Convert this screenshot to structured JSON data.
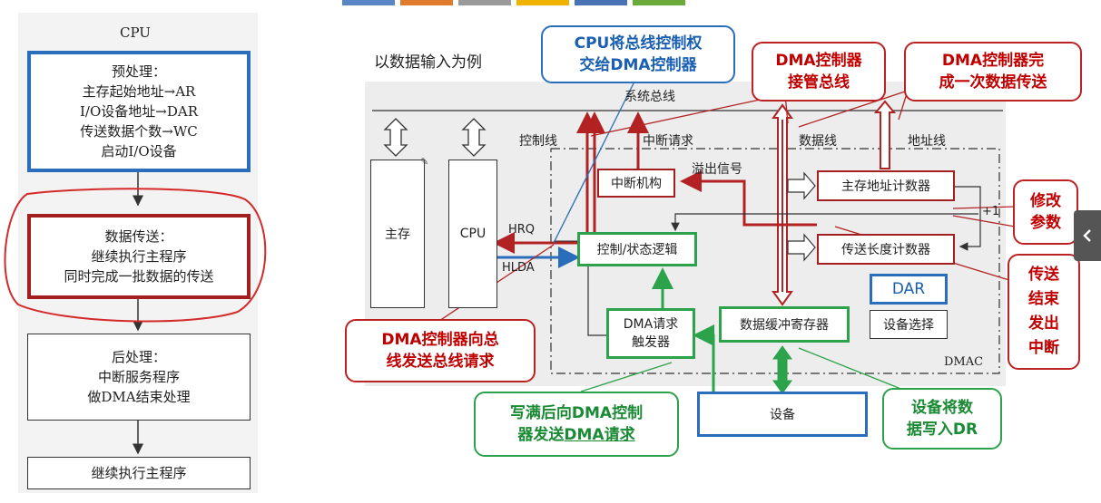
{
  "flowchart": {
    "title": "CPU",
    "preprocess": {
      "lines": [
        "预处理：",
        "主存起始地址→AR",
        "I/O设备地址→DAR",
        "传送数据个数→WC",
        "启动I/O设备"
      ]
    },
    "transfer": {
      "lines": [
        "数据传送：",
        "继续执行主程序",
        "同时完成一批数据的传送"
      ]
    },
    "postprocess": {
      "lines": [
        "后处理：",
        "中断服务程序",
        "做DMA结束处理"
      ]
    },
    "continue": "继续执行主程序"
  },
  "diagram": {
    "heading": "以数据输入为例",
    "system_bus": "系统总线",
    "control_line": "控制线",
    "interrupt_request": "中断请求",
    "data_line": "数据线",
    "address_line": "地址线",
    "overflow_signal": "溢出信号",
    "plus_one": "+1",
    "memory": "主存",
    "cpu": "CPU",
    "hrq": "HRQ",
    "hlda": "HLDA",
    "interrupt_unit": "中断机构",
    "control_logic": "控制/状态逻辑",
    "addr_counter": "主存地址计数器",
    "length_counter": "传送长度计数器",
    "dma_trigger": [
      "DMA请求",
      "触发器"
    ],
    "data_buffer": "数据缓冲寄存器",
    "dar": "DAR",
    "device_select": "设备选择",
    "dmac": "DMAC",
    "device": "设备"
  },
  "callouts": {
    "cpu_hand_over": [
      "CPU将总线控制权",
      "交给DMA控制器"
    ],
    "dma_take_over": [
      "DMA控制器",
      "接管总线"
    ],
    "dma_complete": [
      "DMA控制器完",
      "成一次数据传送"
    ],
    "modify_params": [
      "修改",
      "参数"
    ],
    "end_interrupt": [
      "传送",
      "结束",
      "发出",
      "中断"
    ],
    "bus_request": [
      "DMA控制器向总",
      "线发送总线请求"
    ],
    "write_full": [
      "写满后向DMA控制",
      "器发送"
    ],
    "write_full_emph": "DMA请求",
    "device_write": [
      "设备将数",
      "据写入DR"
    ]
  },
  "colors": {
    "red": "#b22222",
    "blue": "#2a6ebb",
    "green": "#2ca24a",
    "dark": "#333333"
  },
  "top_tabs": [
    "#5b86c5",
    "#e07a2c",
    "#9a9a9a",
    "#f0b400",
    "#4a73b5",
    "#6aaa3a"
  ],
  "side_nav_icon": "chevron-left-icon"
}
